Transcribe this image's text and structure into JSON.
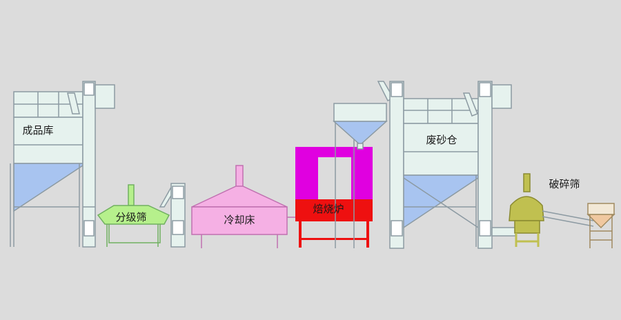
{
  "labels": {
    "product_silo": "成品库",
    "grading_screen": "分级筛",
    "cooling_bed": "冷却床",
    "roasting_furnace": "焙烧炉",
    "waste_sand_silo": "废砂仓",
    "crushing_screen": "破碎筛"
  },
  "colors": {
    "background": "#dcdcdc",
    "frame": "#8c9aa2",
    "silo_fill": "#a8c4f0",
    "silo_panel": "#e6f2ee",
    "grading_screen": "#b6f08c",
    "cooling_bed": "#f5b0e4",
    "furnace_top": "#e000e0",
    "furnace_bottom": "#ee1010",
    "crusher": "#c0c050"
  }
}
